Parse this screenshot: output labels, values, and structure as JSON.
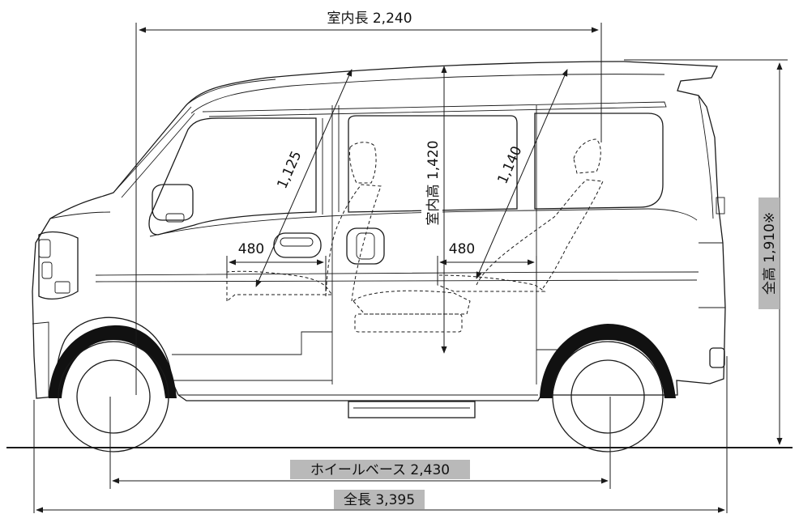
{
  "dimensions": {
    "interior_length": "室内長 2,240",
    "interior_height": "室内高 1,420",
    "diagonal_front": "1,125",
    "diagonal_rear": "1,140",
    "seat_depth_front": "480",
    "seat_depth_rear": "480",
    "overall_height": "全高 1,910※",
    "wheelbase": "ホイールベース 2,430",
    "overall_length": "全長 3,395"
  },
  "colors": {
    "line": "#1a1a1a",
    "label_highlight": "#b9b9b9",
    "tire": "#111111",
    "background": "#ffffff"
  }
}
